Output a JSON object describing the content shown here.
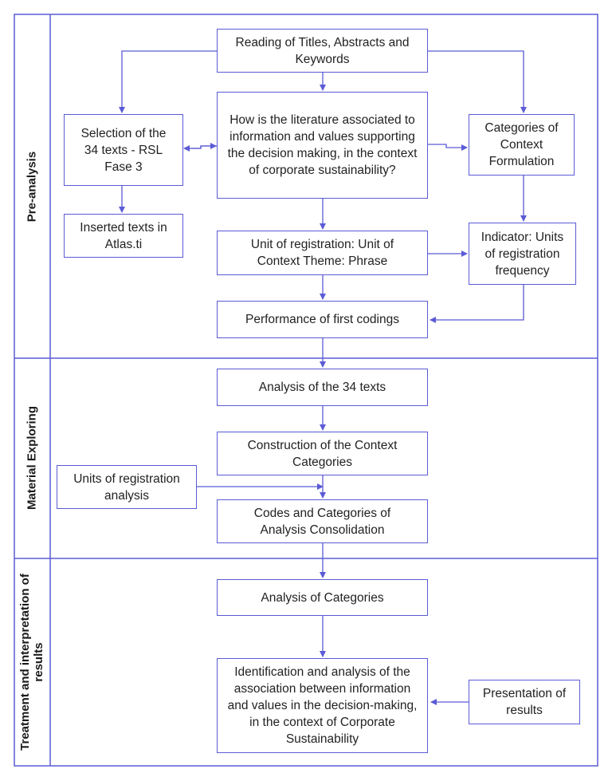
{
  "lanes": {
    "pre_analysis": "Pre-analysis",
    "material_exploring": "Material Exploring",
    "treatment_line1": "Treatment and interpretation of",
    "treatment_line2": "results"
  },
  "boxes": {
    "reading": "Reading of Titles, Abstracts and Keywords",
    "question": "How is the literature associated to information and values supporting the decision making, in the context of corporate sustainability?",
    "selection": "Selection of the 34 texts - RSL Fase 3",
    "categories_context": "Categories of Context Formulation",
    "inserted": "Inserted texts in Atlas.ti",
    "unit_registration": "Unit of registration: Unit of Context Theme: Phrase",
    "indicator": "Indicator: Units of registration frequency",
    "first_codings": "Performance of first codings",
    "analysis_34": "Analysis of the 34 texts",
    "construction": "Construction of the Context Categories",
    "units_analysis": "Units of registration analysis",
    "codes_consolidation": "Codes and Categories of Analysis Consolidation",
    "analysis_categories": "Analysis of Categories",
    "identification": "Identification and analysis of the association between information and values in the decision-making, in the context of Corporate Sustainability",
    "presentation": "Presentation of results"
  },
  "colors": {
    "accent": "#5b5bd6",
    "text": "#222222"
  }
}
